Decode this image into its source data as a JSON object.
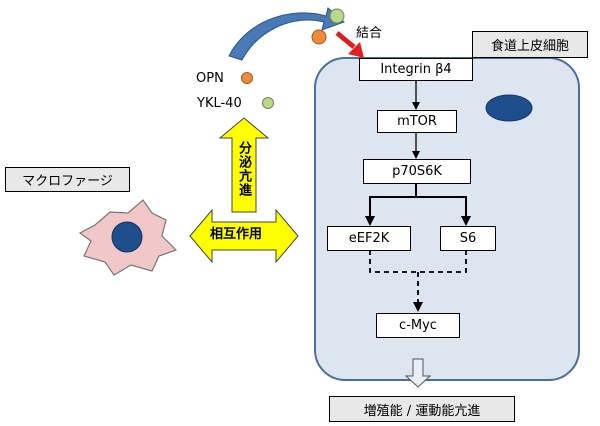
{
  "labels": {
    "macrophage": "マクロファージ",
    "esophageal_cell": "食道上皮細胞",
    "binding": "結合",
    "opn": "OPN",
    "ykl40": "YKL-40",
    "secretion": "分泌亢進",
    "interaction": "相互作用",
    "integrin": "Integrin β4",
    "mtor": "mTOR",
    "p70s6k": "p70S6K",
    "eef2k": "eEF2K",
    "s6": "S6",
    "cmyc": "c-Myc",
    "outcome": "増殖能 / 運動能亢進"
  },
  "colors": {
    "cell_fill": "#dde6f0",
    "cell_border": "#4a6f9a",
    "opn_color": "#ef8a3c",
    "ykl40_color": "#b9d88e",
    "macrophage_fill": "#f2c7c7",
    "nucleus": "#1f4e8c",
    "yellow_arrow": "#ffff00",
    "red_arrow": "#e02020",
    "blue_arrow": "#4a7ab5"
  }
}
